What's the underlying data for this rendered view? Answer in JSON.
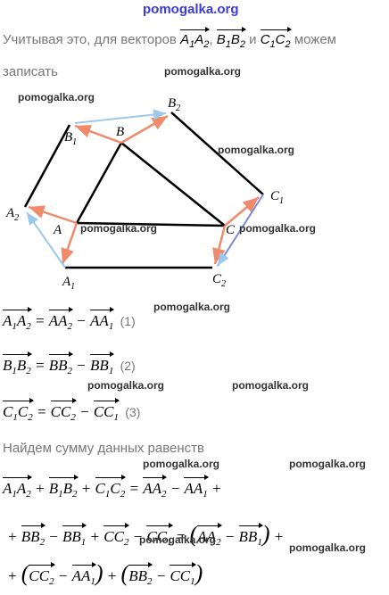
{
  "watermark": "pomogalka.org",
  "intro": {
    "line1": "Учитывая это, для векторов",
    "v1": "A1A2",
    "comma": ",",
    "v2": "B1B2",
    "and": "и",
    "v3": "C1C2",
    "tail": "можем",
    "line2": "записать"
  },
  "figure_labels": {
    "A": "A",
    "A1": "A",
    "A1_sub": "1",
    "A2": "A",
    "A2_sub": "2",
    "B": "B",
    "B1": "B",
    "B1_sub": "1",
    "B2": "B",
    "B2_sub": "2",
    "C": "C",
    "C1": "C",
    "C1_sub": "1",
    "C2": "C",
    "C2_sub": "2"
  },
  "equations": [
    {
      "lhs_a": "A",
      "lhs_a_sub": "1",
      "lhs_b": "A",
      "lhs_b_sub": "2",
      "r1": "AA",
      "r1_sub": "2",
      "r2": "AA",
      "r2_sub": "1",
      "num": "(1)"
    },
    {
      "lhs_a": "B",
      "lhs_a_sub": "1",
      "lhs_b": "B",
      "lhs_b_sub": "2",
      "r1": "BB",
      "r1_sub": "2",
      "r2": "BB",
      "r2_sub": "1",
      "num": "(2)"
    },
    {
      "lhs_a": "C",
      "lhs_a_sub": "1",
      "lhs_b": "C",
      "lhs_b_sub": "2",
      "r1": "CC",
      "r1_sub": "2",
      "r2": "CC",
      "r2_sub": "1",
      "num": "(3)"
    }
  ],
  "sum_heading": "Найдем сумму данных равенств",
  "sum_signs": {
    "eq": "=",
    "plus": "+",
    "minus": "−",
    "lparen": "(",
    "rparen": ")"
  }
}
